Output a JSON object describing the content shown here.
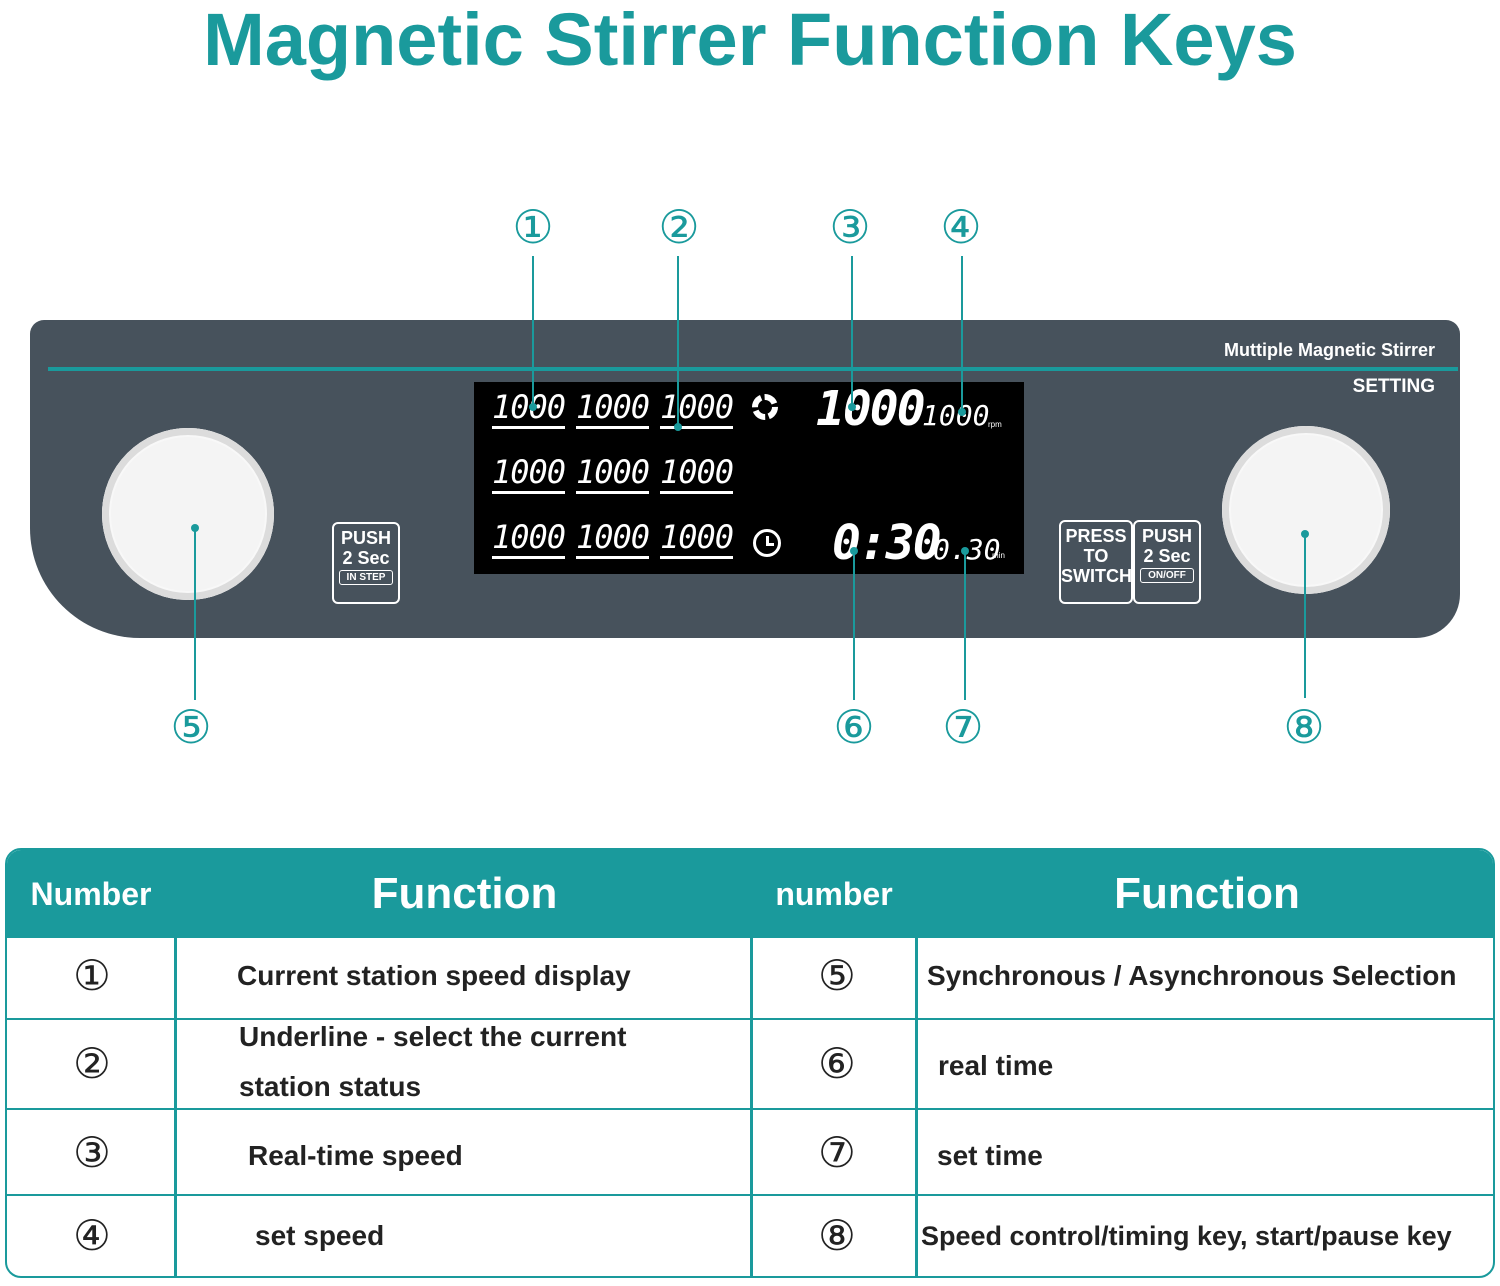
{
  "title": "Magnetic Stirrer Function Keys",
  "callouts": [
    "①",
    "②",
    "③",
    "④",
    "⑤",
    "⑥",
    "⑦",
    "⑧"
  ],
  "device": {
    "brand": "Muttiple Magnetic Stirrer",
    "setting_label": "SETTING",
    "display": {
      "station_speeds": [
        "1000",
        "1000",
        "1000",
        "1000",
        "1000",
        "1000",
        "1000",
        "1000",
        "1000"
      ],
      "realtime_speed": "1000",
      "set_speed": "1000",
      "speed_unit": "rpm",
      "realtime_time": "0:30",
      "set_time": "0.30",
      "time_unit": "min",
      "speed_icon": "rotation-icon",
      "time_icon": "clock-icon"
    },
    "left_button": {
      "line1": "PUSH",
      "line2": "2 Sec",
      "sub": "IN STEP"
    },
    "switch_button": {
      "line1": "PRESS",
      "line2": "TO",
      "line3": "SWITCH"
    },
    "right_button": {
      "line1": "PUSH",
      "line2": "2 Sec",
      "sub": "ON/OFF"
    }
  },
  "table": {
    "headers": [
      "Number",
      "Function",
      "number",
      "Function"
    ],
    "rows": [
      {
        "n1": "①",
        "f1": "Current station speed display",
        "n2": "⑤",
        "f2": "Synchronous / Asynchronous Selection"
      },
      {
        "n1": "②",
        "f1a": "Underline - select the current",
        "f1b": "station status",
        "n2": "⑥",
        "f2": "real time"
      },
      {
        "n1": "③",
        "f1": "Real-time speed",
        "n2": "⑦",
        "f2": "set time"
      },
      {
        "n1": "④",
        "f1": "set speed",
        "n2": "⑧",
        "f2": "Speed control/timing key, start/pause key"
      }
    ]
  },
  "colors": {
    "accent": "#1a9a9c",
    "panel": "#47525c",
    "display": "#000000"
  }
}
